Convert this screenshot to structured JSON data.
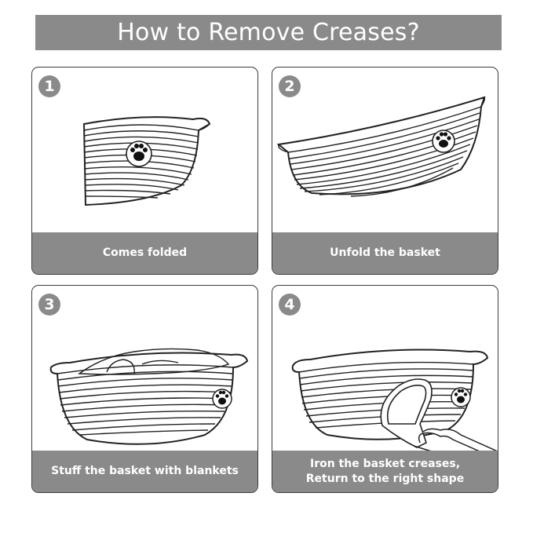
{
  "title": "How to Remove Creases?",
  "steps": [
    {
      "number": "1",
      "caption": [
        "Comes folded"
      ]
    },
    {
      "number": "2",
      "caption": [
        "Unfold the basket"
      ]
    },
    {
      "number": "3",
      "caption": [
        "Stuff the basket with blankets"
      ]
    },
    {
      "number": "4",
      "caption": [
        "Iron the basket creases,",
        "Return to the right shape"
      ]
    }
  ],
  "colors": {
    "accent_gray": "#8a8a8a",
    "line": "#222222",
    "background": "#ffffff"
  },
  "icons": [
    "paw-print-icon",
    "basket-icon",
    "iron-tool-icon",
    "hand-icon",
    "blanket-icon"
  ]
}
